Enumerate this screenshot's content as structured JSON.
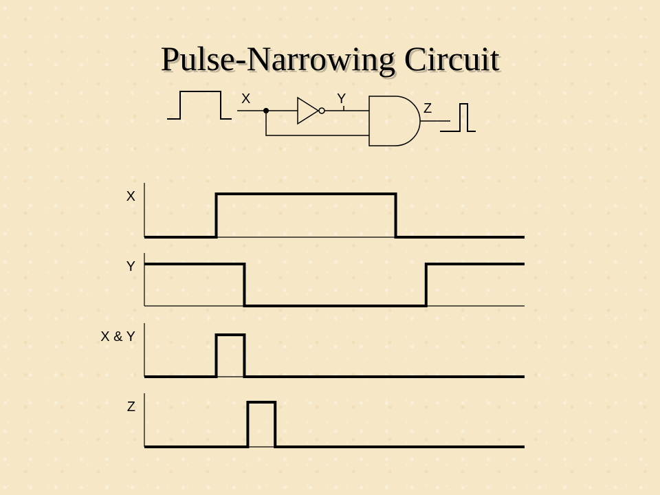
{
  "title": "Pulse-Narrowing Circuit",
  "circuit": {
    "label_x": "X",
    "label_y": "Y",
    "label_z": "Z"
  },
  "timing": {
    "signals": [
      {
        "label": "X",
        "segments": [
          [
            0,
            0
          ],
          [
            0.189,
            1
          ],
          [
            0.661,
            0
          ]
        ]
      },
      {
        "label": "Y",
        "segments": [
          [
            0,
            1
          ],
          [
            0.263,
            0
          ],
          [
            0.741,
            1
          ]
        ]
      },
      {
        "label": "X & Y",
        "segments": [
          [
            0,
            0
          ],
          [
            0.189,
            1
          ],
          [
            0.263,
            0
          ]
        ]
      },
      {
        "label": "Z",
        "segments": [
          [
            0,
            0
          ],
          [
            0.272,
            1
          ],
          [
            0.344,
            0
          ]
        ]
      }
    ]
  }
}
